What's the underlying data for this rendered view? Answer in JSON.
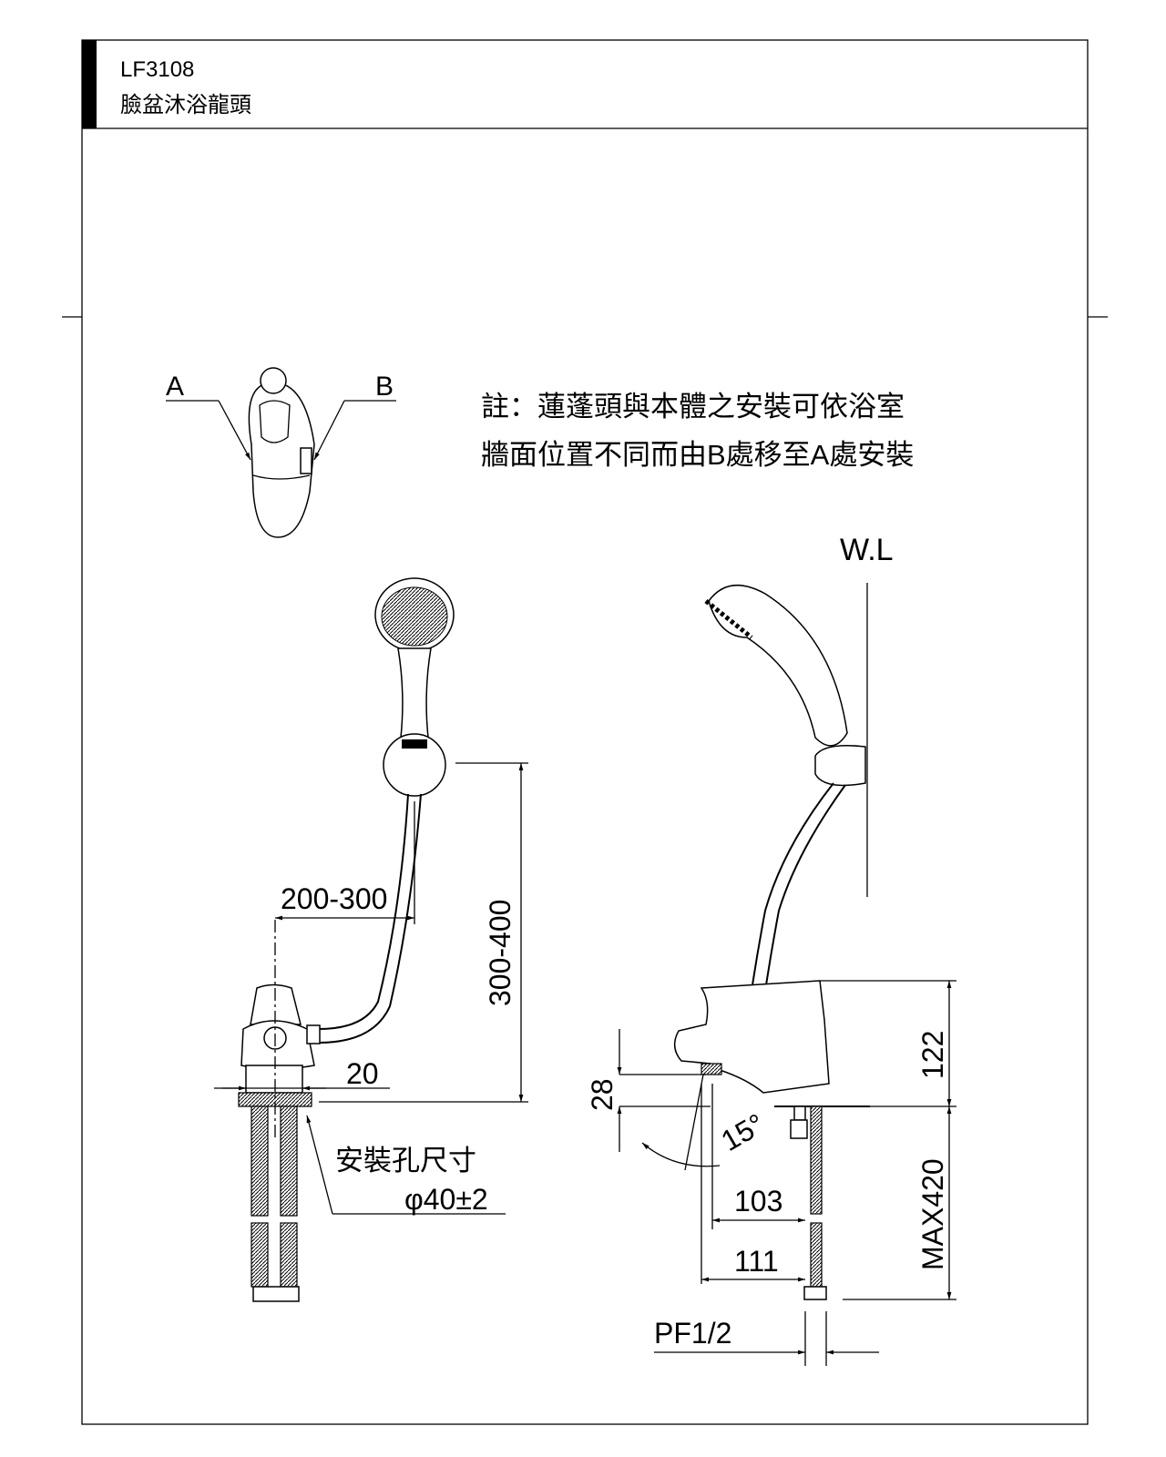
{
  "header": {
    "model": "LF3108",
    "product_name": "臉盆沐浴龍頭"
  },
  "top_view": {
    "label_a": "A",
    "label_b": "B"
  },
  "note": {
    "line1": "註：蓮蓬頭與本體之安裝可依浴室",
    "line2": "牆面位置不同而由B處移至A處安裝"
  },
  "front_view": {
    "dim_horizontal": "200-300",
    "dim_vertical": "300-400",
    "dim_20": "20",
    "hole_label": "安裝孔尺寸",
    "hole_size": "φ40±2"
  },
  "side_view": {
    "wall_label": "W.L",
    "dim_28": "28",
    "angle": "15°",
    "dim_103": "103",
    "dim_111": "111",
    "dim_122": "122",
    "dim_max": "MAX420",
    "thread": "PF1/2"
  }
}
